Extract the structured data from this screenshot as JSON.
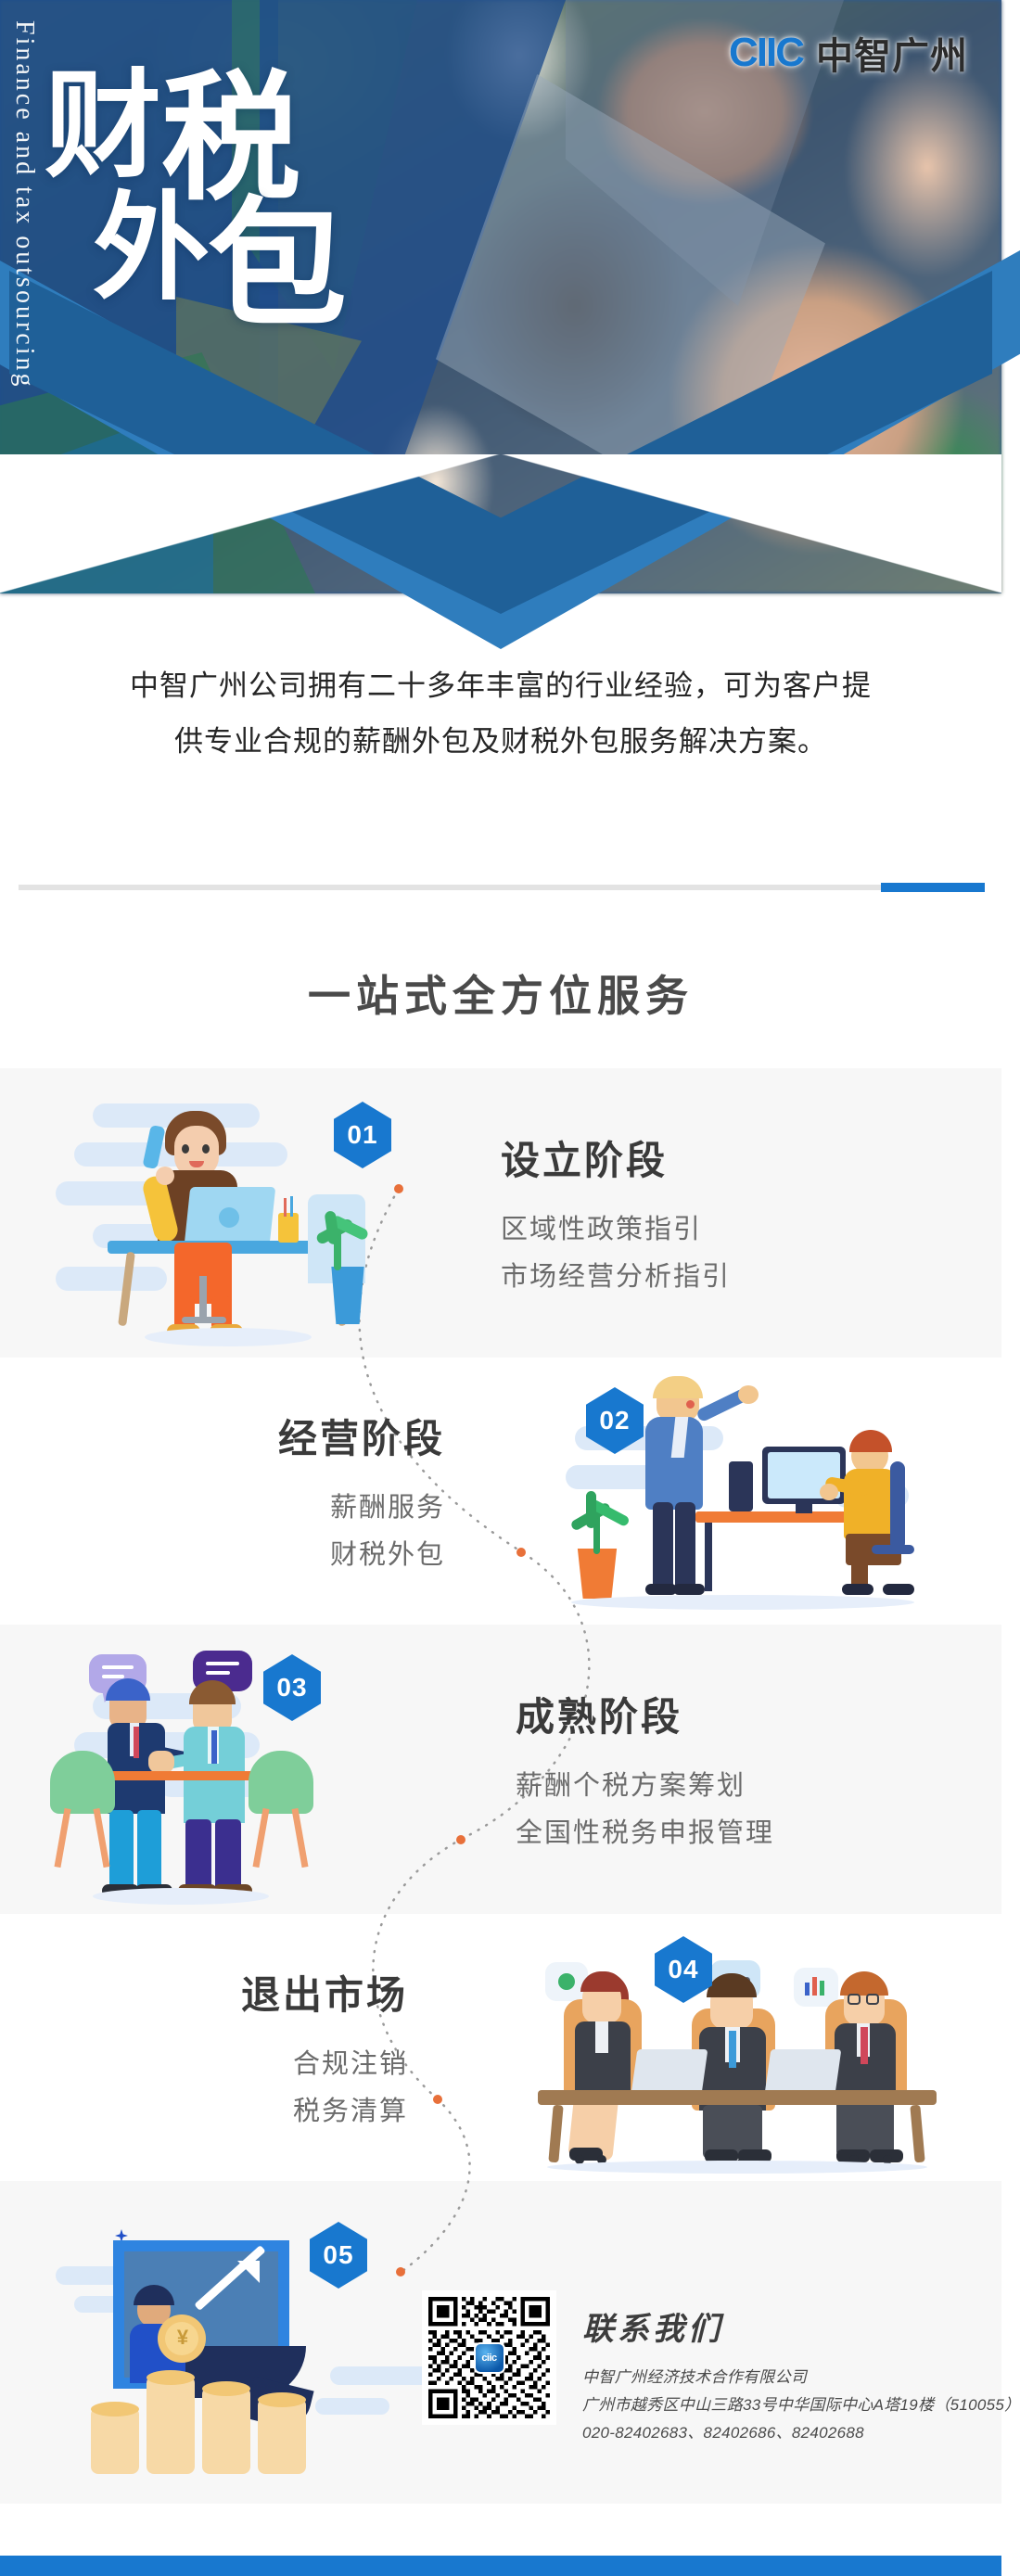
{
  "hero": {
    "vertical_text": "Finance and tax outsourcing",
    "title_line1": [
      "财",
      "税"
    ],
    "title_line2": [
      "外",
      "包"
    ],
    "logo_mark": "CIIC",
    "logo_name": "中智广州",
    "accent_color": "#1878cf"
  },
  "intro": {
    "line1": "中智广州公司拥有二十多年丰富的行业经验，可为客户提",
    "line2": "供专业合规的薪酬外包及财税外包服务解决方案。"
  },
  "section": {
    "heading": "一站式全方位服务"
  },
  "stages": [
    {
      "number": "01",
      "title": "设立阶段",
      "items": [
        "区域性政策指引",
        "市场经营分析指引"
      ],
      "art": "person-on-phone-at-desk"
    },
    {
      "number": "02",
      "title": "经营阶段",
      "items": [
        "薪酬服务",
        "财税外包"
      ],
      "art": "two-people-at-computer"
    },
    {
      "number": "03",
      "title": "成熟阶段",
      "items": [
        "薪酬个税方案筹划",
        "全国性税务申报管理"
      ],
      "art": "handshake-meeting"
    },
    {
      "number": "04",
      "title": "退出市场",
      "items": [
        "合规注销",
        "税务清算"
      ],
      "art": "three-people-conference-table"
    },
    {
      "number": "05",
      "title": "",
      "items": [],
      "art": "person-with-coins-growth-chart"
    }
  ],
  "contact": {
    "heading": "联系我们",
    "company": "中智广州经济技术合作有限公司",
    "address": "广州市越秀区中山三路33号中华国际中心A塔19楼（510055）",
    "phones": "020-82402683、82402686、82402688",
    "qr_logo_text": "ciic"
  }
}
